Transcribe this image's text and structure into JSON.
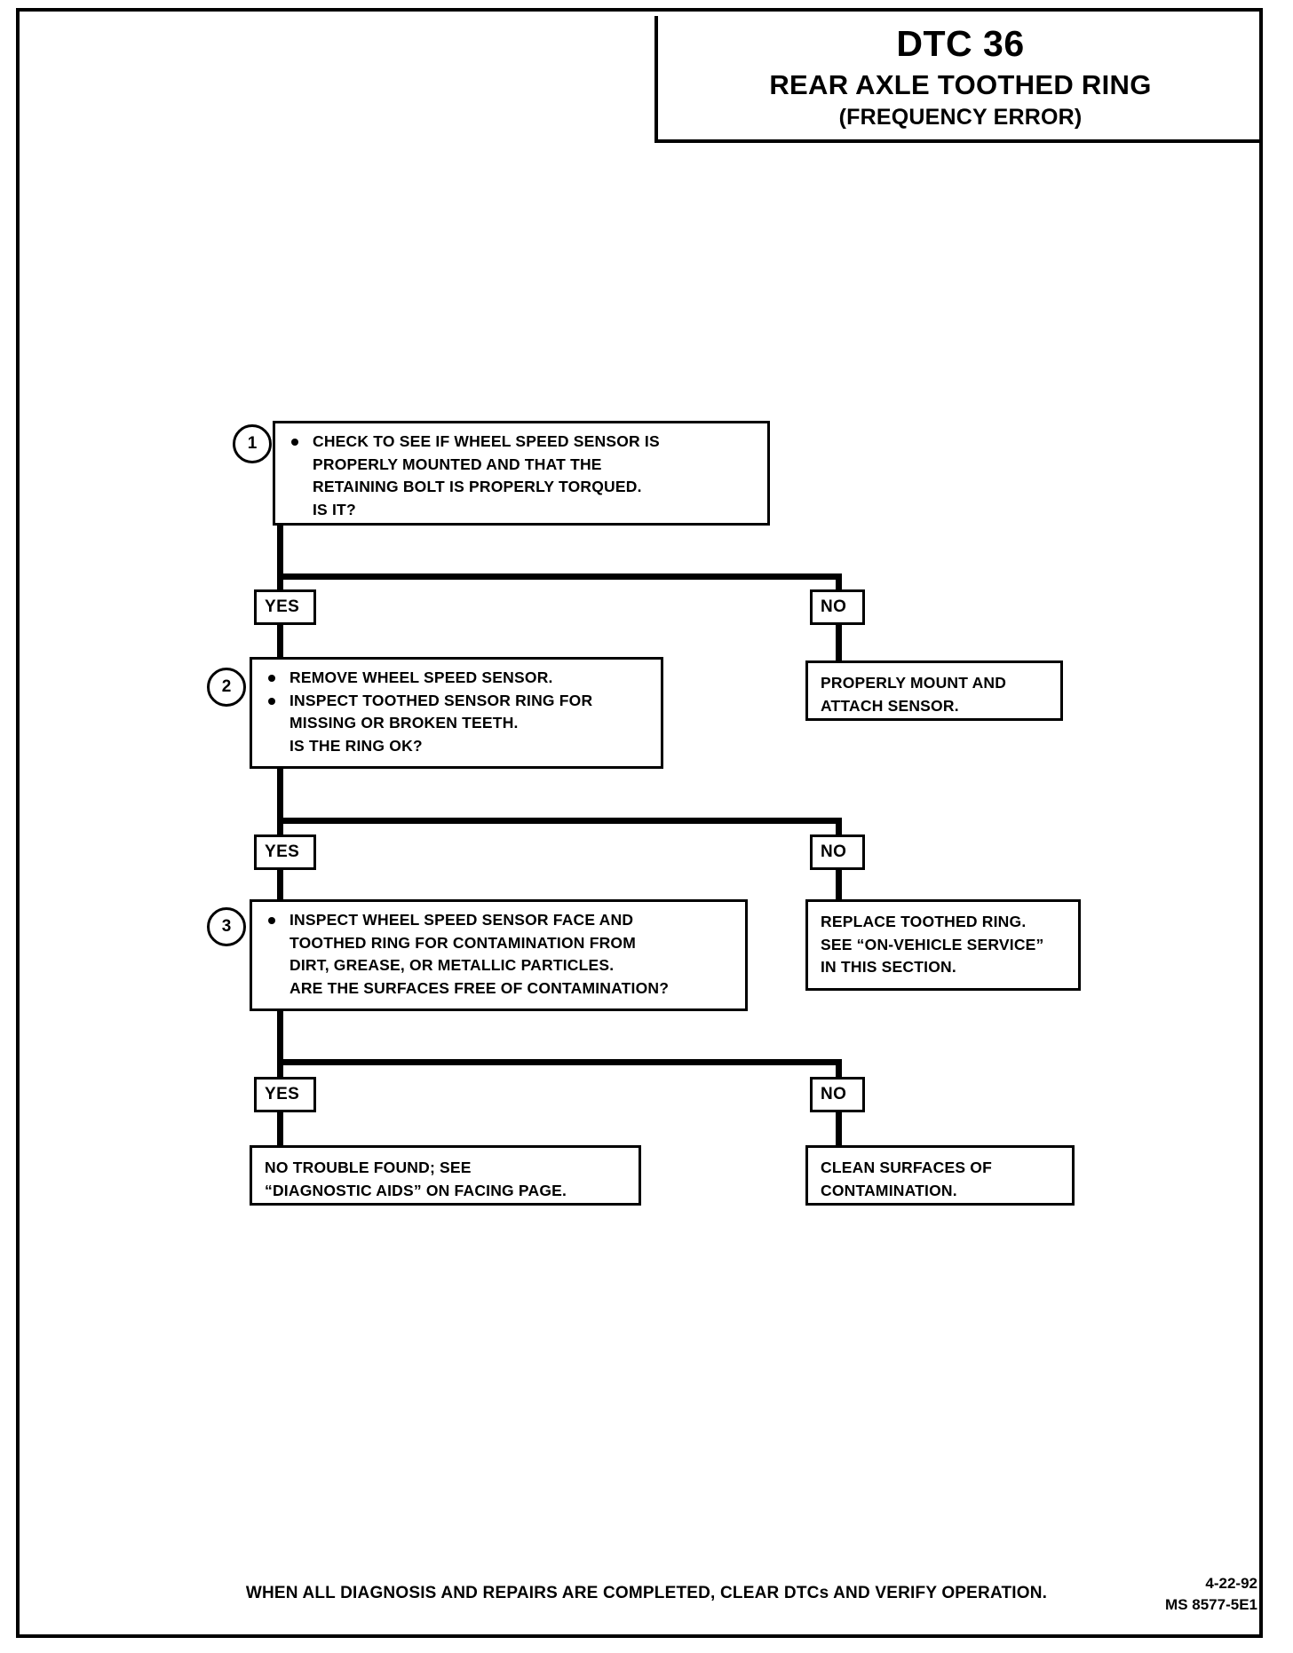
{
  "header": {
    "dtc": "DTC 36",
    "title": "REAR AXLE TOOTHED RING",
    "subtitle": "(FREQUENCY ERROR)"
  },
  "steps": [
    {
      "number": "1",
      "lines": [
        "CHECK TO SEE IF WHEEL SPEED SENSOR IS",
        "PROPERLY MOUNTED AND THAT THE",
        "RETAINING BOLT IS PROPERLY TORQUED.",
        "IS IT?"
      ]
    },
    {
      "number": "2",
      "lines": [
        "REMOVE WHEEL SPEED SENSOR.",
        "INSPECT TOOTHED SENSOR RING FOR",
        "MISSING OR BROKEN TEETH.",
        "IS THE RING OK?"
      ]
    },
    {
      "number": "3",
      "lines": [
        "INSPECT WHEEL SPEED SENSOR FACE AND",
        "TOOTHED RING FOR CONTAMINATION FROM",
        "DIRT, GREASE, OR METALLIC PARTICLES.",
        "ARE THE SURFACES FREE OF CONTAMINATION?"
      ]
    }
  ],
  "branches": {
    "yes_1": "YES",
    "no_1": "NO",
    "yes_2": "YES",
    "no_2": "NO",
    "yes_3": "YES",
    "no_3": "NO"
  },
  "outcomes": {
    "no_1_box": [
      "PROPERLY MOUNT AND",
      "ATTACH SENSOR."
    ],
    "no_2_box": [
      "REPLACE TOOTHED RING.",
      "SEE “ON-VEHICLE SERVICE”",
      "IN THIS SECTION."
    ],
    "yes_3_box": [
      "NO TROUBLE FOUND; SEE",
      "“DIAGNOSTIC AIDS” ON FACING PAGE."
    ],
    "no_3_box": [
      "CLEAN SURFACES OF",
      "CONTAMINATION."
    ]
  },
  "footer": {
    "note": "WHEN ALL DIAGNOSIS AND REPAIRS ARE COMPLETED, CLEAR DTCs AND VERIFY OPERATION.",
    "date": "4-22-92",
    "doc_code": "MS 8577-5E1"
  }
}
